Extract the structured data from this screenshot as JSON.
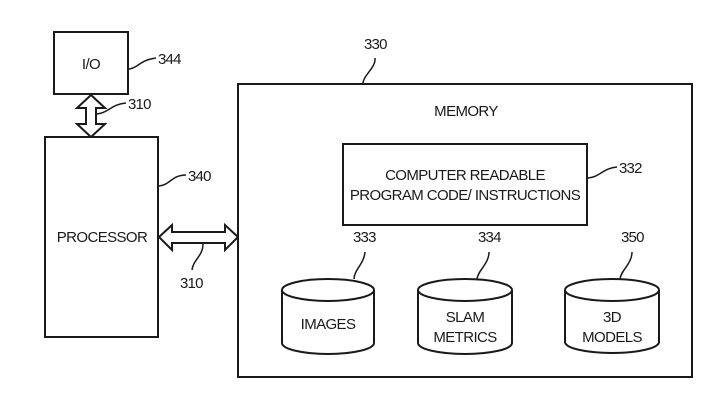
{
  "diagram": {
    "io": {
      "label": "I/O",
      "ref": "344"
    },
    "processor": {
      "label": "PROCESSOR",
      "ref": "340"
    },
    "bus_vertical": {
      "ref": "310"
    },
    "bus_horizontal": {
      "ref": "310"
    },
    "memory": {
      "label": "MEMORY",
      "ref": "330"
    },
    "program_code": {
      "line1": "COMPUTER READABLE",
      "line2": "PROGRAM CODE/ INSTRUCTIONS",
      "ref": "332"
    },
    "stores": [
      {
        "line1": "IMAGES",
        "line2": "",
        "ref": "333"
      },
      {
        "line1": "SLAM",
        "line2": "METRICS",
        "ref": "334"
      },
      {
        "line1": "3D",
        "line2": "MODELS",
        "ref": "350"
      }
    ]
  }
}
